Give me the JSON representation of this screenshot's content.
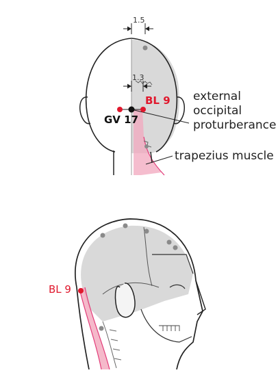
{
  "back_view": {
    "dim_outer": "1.5",
    "dim_inner": "1.3",
    "label_bl9": "BL 9",
    "label_gv17": "GV 17",
    "label_eop_line1": "external",
    "label_eop_line2": "occipital",
    "label_eop_line3": "proturberance",
    "label_trapezius": "trapezius muscle"
  },
  "side_view": {
    "label_bl9": "BL 9"
  },
  "colors": {
    "point_red": "#e0182d",
    "skull_gray": "#d9d9d9",
    "outline": "#222222",
    "muscle_pink": "#f2a7bd",
    "muscle_line": "#e23c79",
    "dot_gray": "#8a8a8a"
  }
}
